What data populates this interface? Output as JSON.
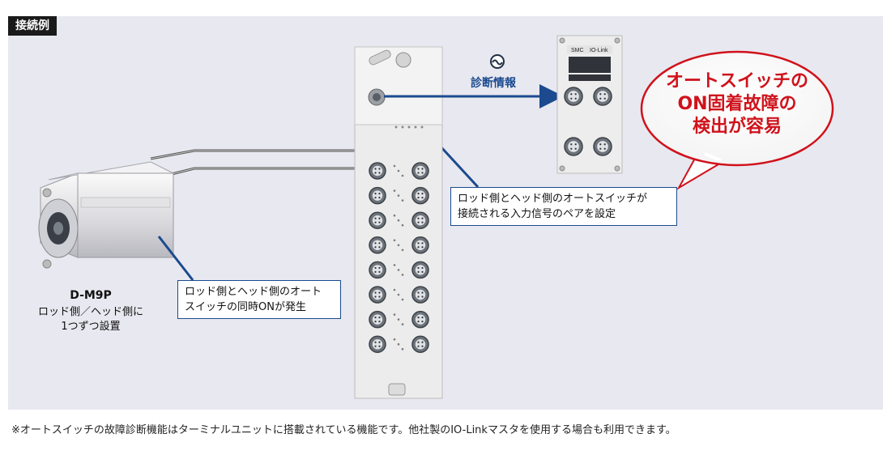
{
  "tag": "接続例",
  "diagnostic_label": "診断情報",
  "callouts": {
    "rod_head_pair": [
      "ロッド側とヘッド側のオートスイッチが",
      "接続される入力信号のペアを設定"
    ],
    "simultaneous_on": [
      "ロッド側とヘッド側のオート",
      "スイッチの同時ONが発生"
    ]
  },
  "sensor": {
    "model": "D-M9P",
    "description": [
      "ロッド側／ヘッド側に",
      "1つずつ設置"
    ]
  },
  "badge": [
    "オートスイッチの",
    "ON固着故障の",
    "検出が容易"
  ],
  "master_labels": {
    "brand": "SMC",
    "product": "IO-Link"
  },
  "footnote": "※オートスイッチの故障診断機能はターミナルユニットに搭載されている機能です。他社製のIO-Linkマスタを使用する場合も利用できます。",
  "colors": {
    "accent_blue": "#1b4a8f",
    "alert_red": "#d0121b",
    "panel_bg": "#e8e8f0"
  }
}
